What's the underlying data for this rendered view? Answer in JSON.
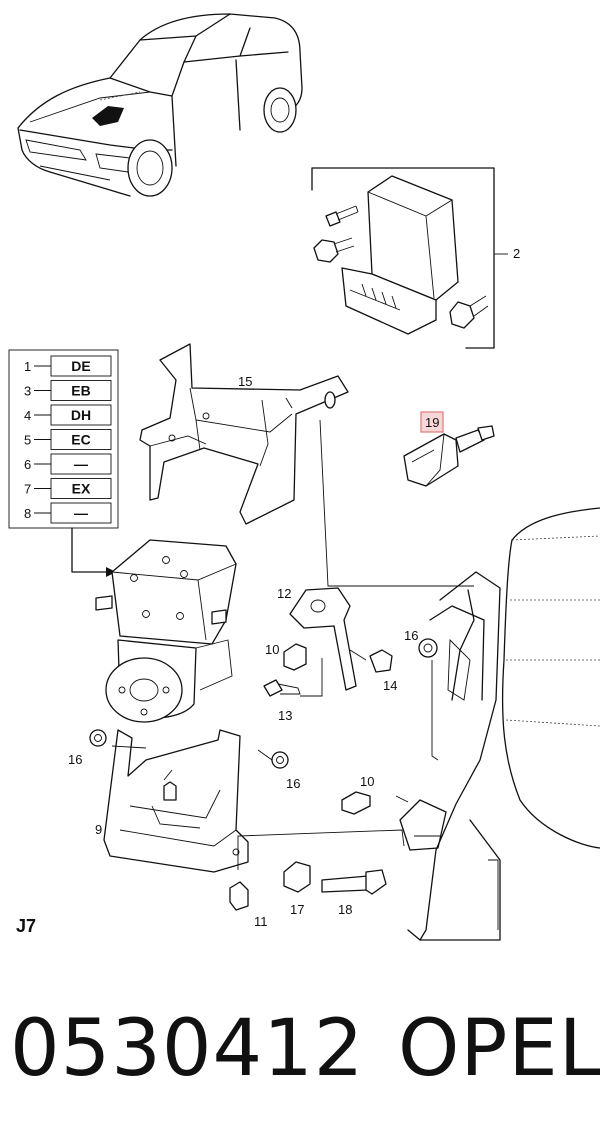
{
  "diagram": {
    "page_code": "J7",
    "highlighted_callout": "19",
    "highlight_color": "#e07a7a",
    "callouts": {
      "c2": "2",
      "c9": "9",
      "c10a": "10",
      "c10b": "10",
      "c11": "11",
      "c12": "12",
      "c13": "13",
      "c14": "14",
      "c15": "15",
      "c16a": "16",
      "c16b": "16",
      "c16c": "16",
      "c17": "17",
      "c18": "18",
      "c19": "19"
    },
    "legend": [
      {
        "num": "1",
        "code": "DE"
      },
      {
        "num": "3",
        "code": "EB"
      },
      {
        "num": "4",
        "code": "DH"
      },
      {
        "num": "5",
        "code": "EC"
      },
      {
        "num": "6",
        "code": "—"
      },
      {
        "num": "7",
        "code": "EX"
      },
      {
        "num": "8",
        "code": "—"
      }
    ]
  },
  "footer": {
    "part_number": "0530412",
    "brand": "OPEL"
  }
}
